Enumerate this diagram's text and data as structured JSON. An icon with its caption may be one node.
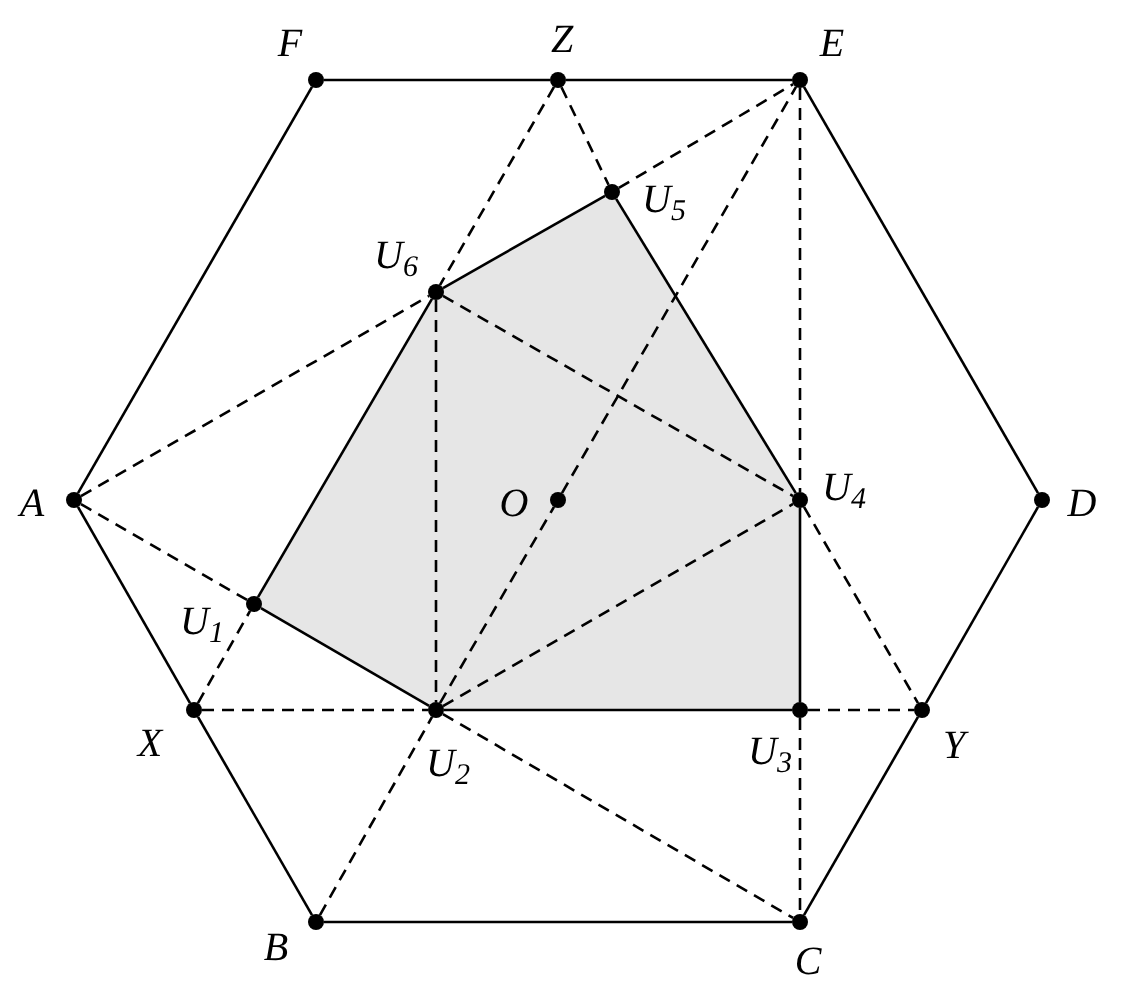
{
  "diagram": {
    "nodes": [
      {
        "text": [
          "F"
        ]
      },
      {
        "text": [
          "Z"
        ]
      },
      {
        "text": [
          "E"
        ]
      },
      {
        "text": [
          "U$_{5}$"
        ]
      },
      {
        "text": [
          "U$_{6}$"
        ]
      },
      {
        "text": [
          "A"
        ]
      },
      {
        "text": [
          "O"
        ]
      },
      {
        "text": [
          "U$_{4}$"
        ]
      },
      {
        "text": [
          "D"
        ]
      },
      {
        "text": [
          "U$_{1}$"
        ]
      },
      {
        "text": [
          "X"
        ]
      },
      {
        "text": [
          "U$_{2}$"
        ]
      },
      {
        "text": [
          "U$_{3}$"
        ]
      },
      {
        "text": [
          "Y"
        ]
      },
      {
        "text": [
          "B"
        ]
      },
      {
        "text": [
          "C"
        ]
      }
    ],
    "edges": [
      {
        "from": 5,
        "to": 0,
        "arrow": "none"
      },
      {
        "from": 0,
        "to": 1,
        "arrow": "none"
      },
      {
        "from": 1,
        "to": 2,
        "arrow": "none"
      },
      {
        "from": 2,
        "to": 8,
        "arrow": "none"
      },
      {
        "from": 8,
        "to": 13,
        "arrow": "none"
      },
      {
        "from": 13,
        "to": 15,
        "arrow": "none"
      },
      {
        "from": 15,
        "to": 14,
        "arrow": "none"
      },
      {
        "from": 14,
        "to": 10,
        "arrow": "none"
      },
      {
        "from": 10,
        "to": 5,
        "arrow": "none"
      },
      {
        "from": 9,
        "to": 11,
        "arrow": "none"
      },
      {
        "from": 11,
        "to": 12,
        "arrow": "none"
      },
      {
        "from": 12,
        "to": 7,
        "arrow": "none"
      },
      {
        "from": 7,
        "to": 3,
        "arrow": "none"
      },
      {
        "from": 3,
        "to": 4,
        "arrow": "none"
      },
      {
        "from": 4,
        "to": 9,
        "arrow": "none"
      },
      {
        "from": 1,
        "to": 4,
        "arrow": "none",
        "style": "dashed"
      },
      {
        "from": 10,
        "to": 9,
        "arrow": "none",
        "style": "dashed"
      },
      {
        "from": 1,
        "to": 3,
        "arrow": "none",
        "style": "dashed"
      },
      {
        "from": 3,
        "to": 2,
        "arrow": "none",
        "style": "dashed"
      },
      {
        "from": 5,
        "to": 4,
        "arrow": "none",
        "style": "dashed"
      },
      {
        "from": 4,
        "to": 11,
        "arrow": "none",
        "style": "dashed"
      },
      {
        "from": 4,
        "to": 7,
        "arrow": "none",
        "style": "dashed"
      },
      {
        "from": 7,
        "to": 13,
        "arrow": "none",
        "style": "dashed"
      },
      {
        "from": 11,
        "to": 7,
        "arrow": "none",
        "style": "dashed"
      },
      {
        "from": 11,
        "to": 6,
        "arrow": "none",
        "style": "dashed"
      },
      {
        "from": 6,
        "to": 2,
        "arrow": "none",
        "style": "dashed"
      },
      {
        "from": 14,
        "to": 11,
        "arrow": "none",
        "style": "dashed"
      },
      {
        "from": 5,
        "to": 9,
        "arrow": "none",
        "style": "dashed"
      },
      {
        "from": 11,
        "to": 15,
        "arrow": "none",
        "style": "dashed"
      },
      {
        "from": 10,
        "to": 11,
        "arrow": "none",
        "style": "dashed"
      },
      {
        "from": 12,
        "to": 13,
        "arrow": "none",
        "style": "dashed"
      },
      {
        "from": 2,
        "to": 7,
        "arrow": "none",
        "style": "dashed"
      },
      {
        "from": 12,
        "to": 15,
        "arrow": "none",
        "style": "dashed"
      }
    ]
  }
}
